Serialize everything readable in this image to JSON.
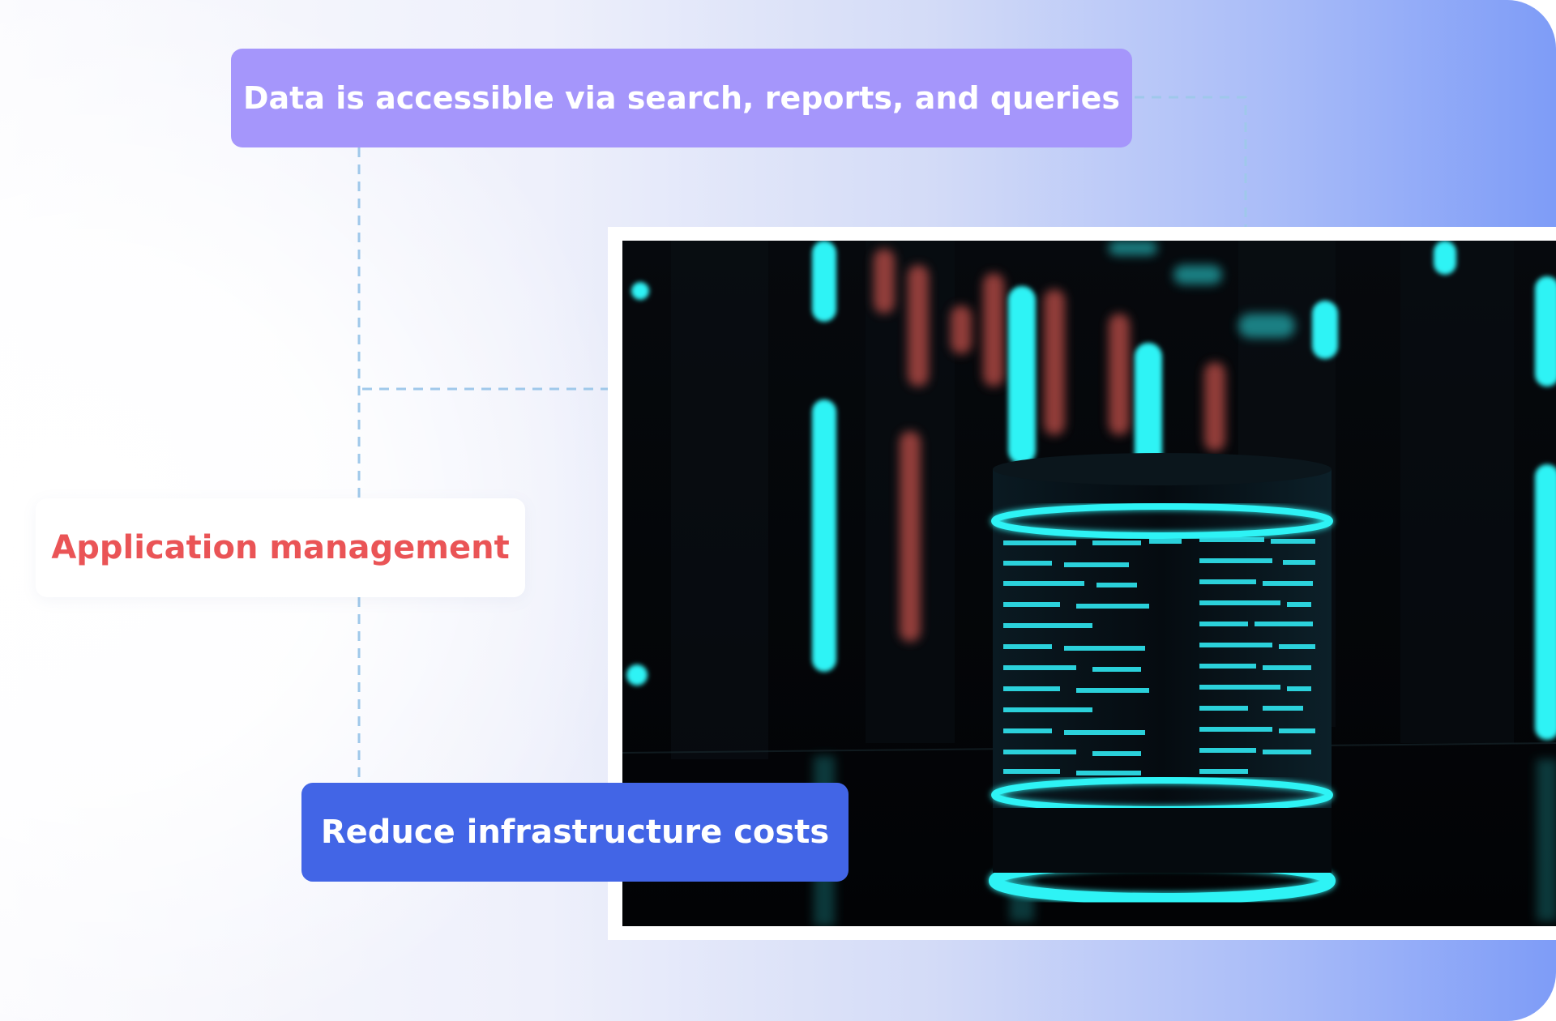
{
  "labels": {
    "data_access": "Data is accessible via search, reports, and queries",
    "app_management": "Application management",
    "reduce_costs": "Reduce infrastructure costs"
  },
  "colors": {
    "data_access_bg": "#a596fb",
    "app_management_text": "#ea5456",
    "reduce_costs_bg": "#4265e6",
    "connector": "#9fc8ea",
    "glow": "#2ff3f5"
  },
  "illustration": {
    "subject": "glowing database cylinder in server room",
    "icon": "database-icon"
  }
}
